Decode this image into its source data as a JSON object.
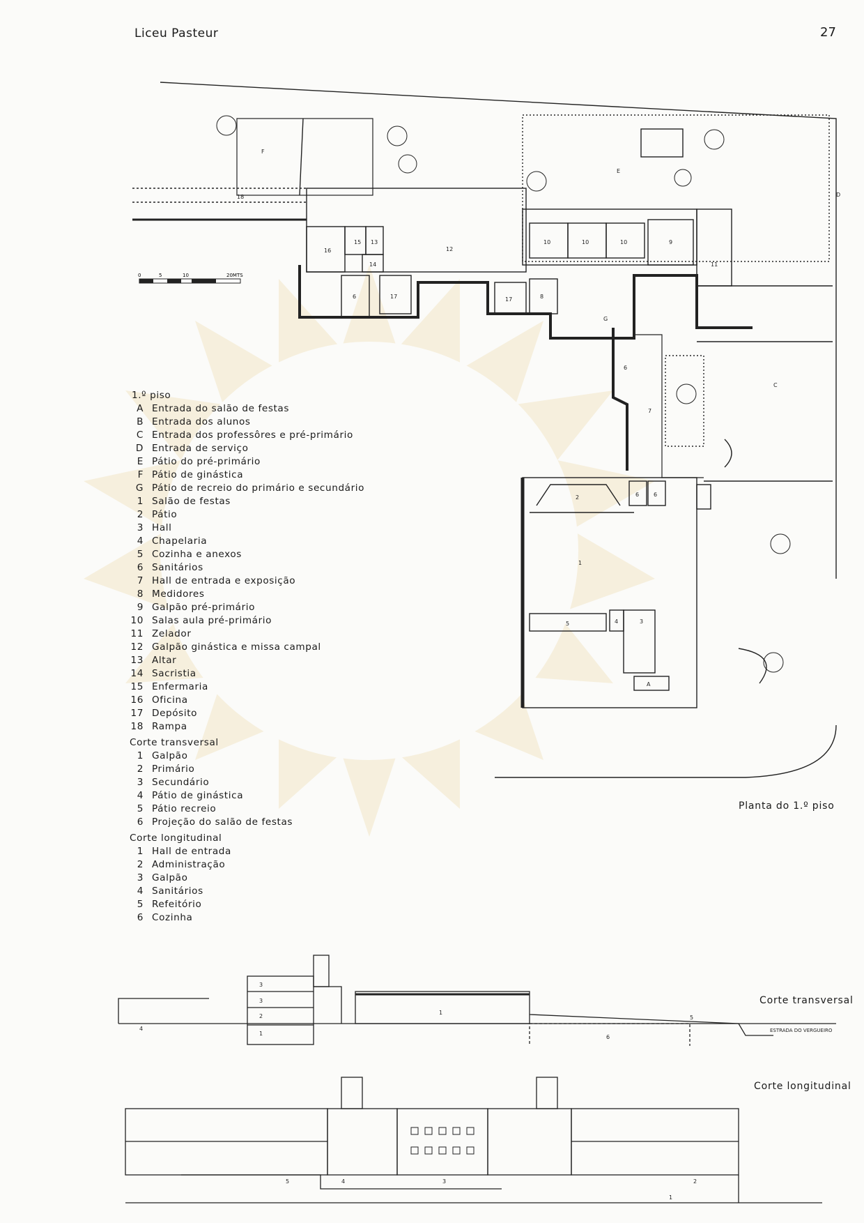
{
  "header": {
    "title": "Liceu Pasteur",
    "page_number": "27"
  },
  "plan": {
    "caption": "Planta do 1.º piso",
    "scale_labels": [
      "0",
      "5",
      "10",
      "20MTS"
    ],
    "marks": {
      "F": "F",
      "E": "E",
      "D": "D",
      "C": "C",
      "A": "A",
      "G": "G",
      "n18": "18",
      "n16": "16",
      "n15": "15",
      "n13": "13",
      "n14": "14",
      "n12": "12",
      "n10a": "10",
      "n10b": "10",
      "n10c": "10",
      "n9": "9",
      "n11": "11",
      "n6a": "6",
      "n17a": "17",
      "n17b": "17",
      "n8": "8",
      "n7": "7",
      "n2": "2",
      "n1": "1",
      "n5": "5",
      "n4": "4",
      "n3": "3",
      "n6b": "6",
      "n6c": "6",
      "n6d": "6"
    }
  },
  "legend": {
    "floor_title": "1.º piso",
    "floor_items": [
      {
        "key": "A",
        "label": "Entrada do salão de festas"
      },
      {
        "key": "B",
        "label": "Entrada dos alunos"
      },
      {
        "key": "C",
        "label": "Entrada dos professôres e pré-primário"
      },
      {
        "key": "D",
        "label": "Entrada de serviço"
      },
      {
        "key": "E",
        "label": "Pátio do pré-primário"
      },
      {
        "key": "F",
        "label": "Pátio de ginástica"
      },
      {
        "key": "G",
        "label": "Pátio de recreio do primário e secundário"
      },
      {
        "key": "1",
        "label": "Salão de festas"
      },
      {
        "key": "2",
        "label": "Pátio"
      },
      {
        "key": "3",
        "label": "Hall"
      },
      {
        "key": "4",
        "label": "Chapelaria"
      },
      {
        "key": "5",
        "label": "Cozinha e anexos"
      },
      {
        "key": "6",
        "label": "Sanitários"
      },
      {
        "key": "7",
        "label": "Hall de entrada e exposição"
      },
      {
        "key": "8",
        "label": "Medidores"
      },
      {
        "key": "9",
        "label": "Galpão pré-primário"
      },
      {
        "key": "10",
        "label": "Salas aula pré-primário"
      },
      {
        "key": "11",
        "label": "Zelador"
      },
      {
        "key": "12",
        "label": "Galpão ginástica e missa campal"
      },
      {
        "key": "13",
        "label": "Altar"
      },
      {
        "key": "14",
        "label": "Sacristia"
      },
      {
        "key": "15",
        "label": "Enfermaria"
      },
      {
        "key": "16",
        "label": "Oficina"
      },
      {
        "key": "17",
        "label": "Depósito"
      },
      {
        "key": "18",
        "label": "Rampa"
      }
    ],
    "transversal_title": "Corte transversal",
    "transversal_items": [
      {
        "key": "1",
        "label": "Galpão"
      },
      {
        "key": "2",
        "label": "Primário"
      },
      {
        "key": "3",
        "label": "Secundário"
      },
      {
        "key": "4",
        "label": "Pátio de ginástica"
      },
      {
        "key": "5",
        "label": "Pátio recreio"
      },
      {
        "key": "6",
        "label": "Projeção do salão de festas"
      }
    ],
    "longitudinal_title": "Corte longitudinal",
    "longitudinal_items": [
      {
        "key": "1",
        "label": "Hall de entrada"
      },
      {
        "key": "2",
        "label": "Administração"
      },
      {
        "key": "3",
        "label": "Galpão"
      },
      {
        "key": "4",
        "label": "Sanitários"
      },
      {
        "key": "5",
        "label": "Refeitório"
      },
      {
        "key": "6",
        "label": "Cozinha"
      }
    ]
  },
  "sections": {
    "transversal": {
      "caption": "Corte transversal",
      "road": "ESTRADA DO VERGUEIRO",
      "marks": {
        "s3a": "3",
        "s3b": "3",
        "s2": "2",
        "s1a": "1",
        "s1b": "1",
        "s4": "4",
        "s5": "5",
        "s6": "6"
      }
    },
    "longitudinal": {
      "caption": "Corte longitudinal",
      "marks": {
        "l5": "5",
        "l4": "4",
        "l3": "3",
        "l2": "2",
        "l1": "1"
      }
    }
  }
}
